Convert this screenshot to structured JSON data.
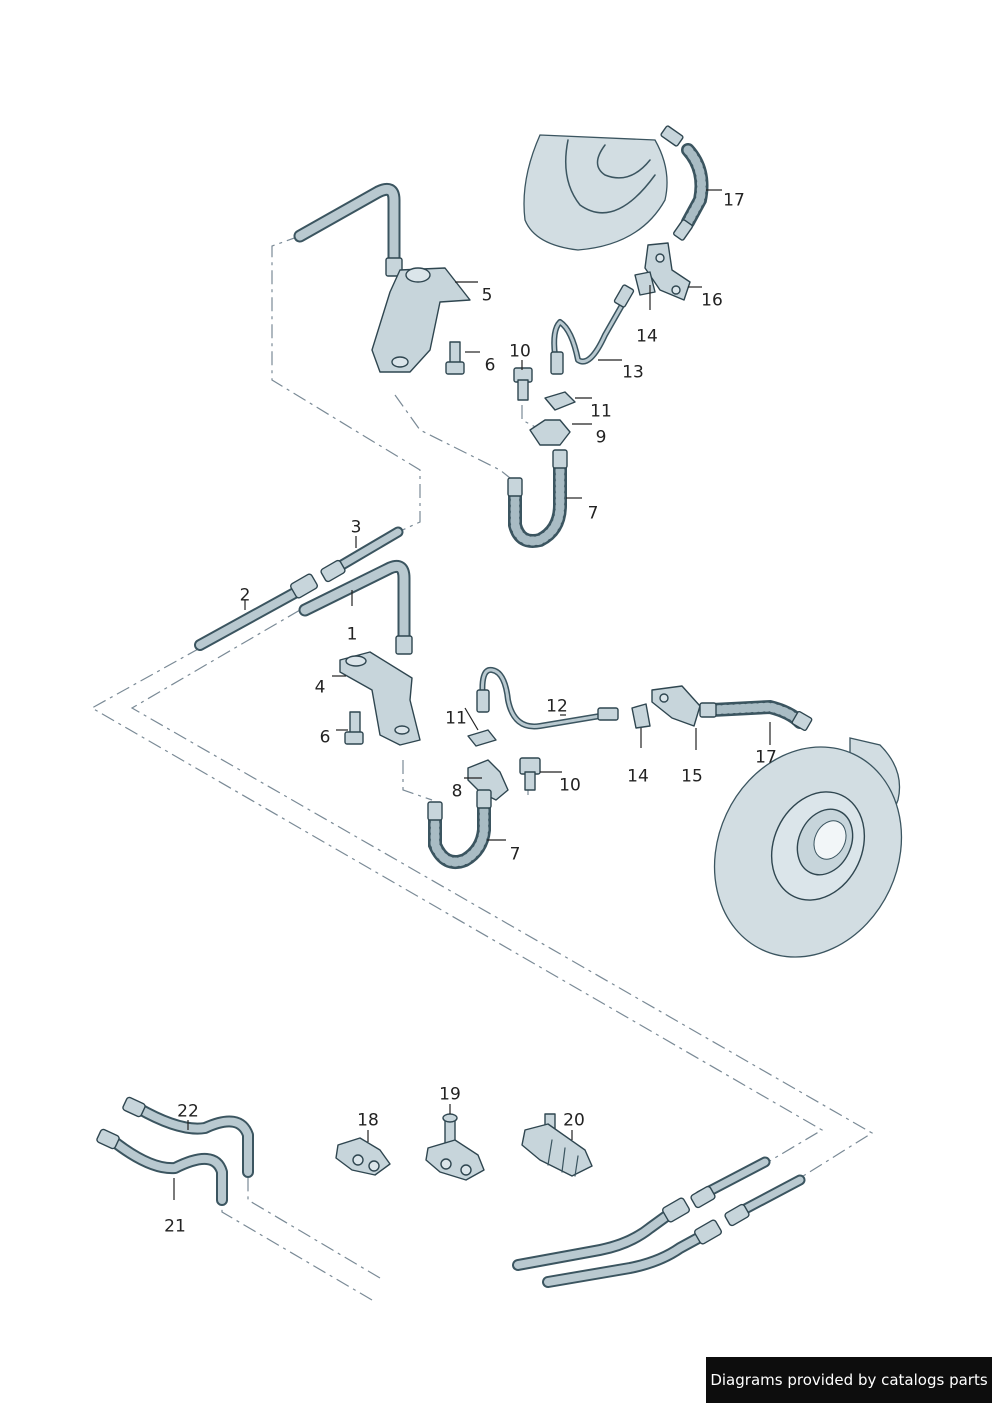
{
  "callouts": [
    {
      "id": "1",
      "text": "1"
    },
    {
      "id": "2",
      "text": "2"
    },
    {
      "id": "3",
      "text": "3"
    },
    {
      "id": "4",
      "text": "4"
    },
    {
      "id": "5",
      "text": "5"
    },
    {
      "id": "6a",
      "text": "6"
    },
    {
      "id": "6b",
      "text": "6"
    },
    {
      "id": "7a",
      "text": "7"
    },
    {
      "id": "7b",
      "text": "7"
    },
    {
      "id": "8",
      "text": "8"
    },
    {
      "id": "9",
      "text": "9"
    },
    {
      "id": "10a",
      "text": "10"
    },
    {
      "id": "10b",
      "text": "10"
    },
    {
      "id": "11a",
      "text": "11"
    },
    {
      "id": "11b",
      "text": "11"
    },
    {
      "id": "12",
      "text": "12"
    },
    {
      "id": "13",
      "text": "13"
    },
    {
      "id": "14a",
      "text": "14"
    },
    {
      "id": "14b",
      "text": "14"
    },
    {
      "id": "15",
      "text": "15"
    },
    {
      "id": "16",
      "text": "16"
    },
    {
      "id": "17a",
      "text": "17"
    },
    {
      "id": "17b",
      "text": "17"
    },
    {
      "id": "18",
      "text": "18"
    },
    {
      "id": "19",
      "text": "19"
    },
    {
      "id": "20",
      "text": "20"
    },
    {
      "id": "21",
      "text": "21"
    },
    {
      "id": "22",
      "text": "22"
    }
  ],
  "credit": "Diagrams provided by catalogs parts",
  "colors": {
    "line": "#3b5560",
    "fill": "#c7d5db",
    "dash": "#7a8a96",
    "credit_bg": "#0d0d0d"
  }
}
